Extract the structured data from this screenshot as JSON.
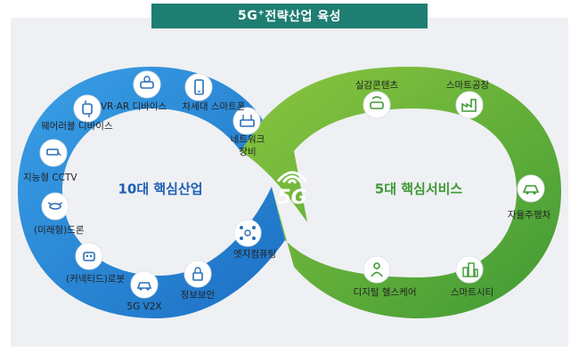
{
  "title": {
    "main": "5G",
    "sup": "+",
    "rest": " 전략산업 육성"
  },
  "left_group": {
    "title": "10대 핵심산업",
    "items": [
      {
        "id": "vr",
        "label": "VR·AR 디바이스"
      },
      {
        "id": "phone",
        "label": "차세대 스마트폰"
      },
      {
        "id": "net",
        "label": "네트워크\n장비"
      },
      {
        "id": "wear",
        "label": "웨어러블 디바이스"
      },
      {
        "id": "cctv",
        "label": "지능형 CCTV"
      },
      {
        "id": "drone",
        "label": "(미래형)드론"
      },
      {
        "id": "robot",
        "label": "(커넥티드)로봇"
      },
      {
        "id": "v2x",
        "label": "5G V2X"
      },
      {
        "id": "sec",
        "label": "정보보안"
      },
      {
        "id": "edge",
        "label": "엣지컴퓨팅"
      }
    ]
  },
  "right_group": {
    "title": "5대 핵심서비스",
    "items": [
      {
        "id": "real",
        "label": "실감콘텐츠"
      },
      {
        "id": "factory",
        "label": "스마트공장"
      },
      {
        "id": "car",
        "label": "자율주행차"
      },
      {
        "id": "health",
        "label": "디지털 헬스케어"
      },
      {
        "id": "city",
        "label": "스마트시티"
      }
    ]
  },
  "center_mark": "5G",
  "colors": {
    "banner": "#1f7e72",
    "blue_dark": "#1c6fc4",
    "blue_light": "#3aa0e6",
    "green_dark": "#3f9a35",
    "green_light": "#8cc63f",
    "left_title": "#1f5fb4",
    "right_title": "#3f9a35",
    "background": "#eef0f3"
  },
  "icons": {
    "vr": "vr-headset-icon",
    "phone": "smartphone-icon",
    "net": "router-icon",
    "wear": "smartwatch-icon",
    "cctv": "cctv-icon",
    "drone": "drone-icon",
    "robot": "robot-icon",
    "v2x": "car-icon",
    "sec": "lock-icon",
    "edge": "network-nodes-icon",
    "real": "vr-goggles-icon",
    "factory": "factory-icon",
    "car": "autonomous-car-icon",
    "health": "doctor-icon",
    "city": "city-icon"
  }
}
